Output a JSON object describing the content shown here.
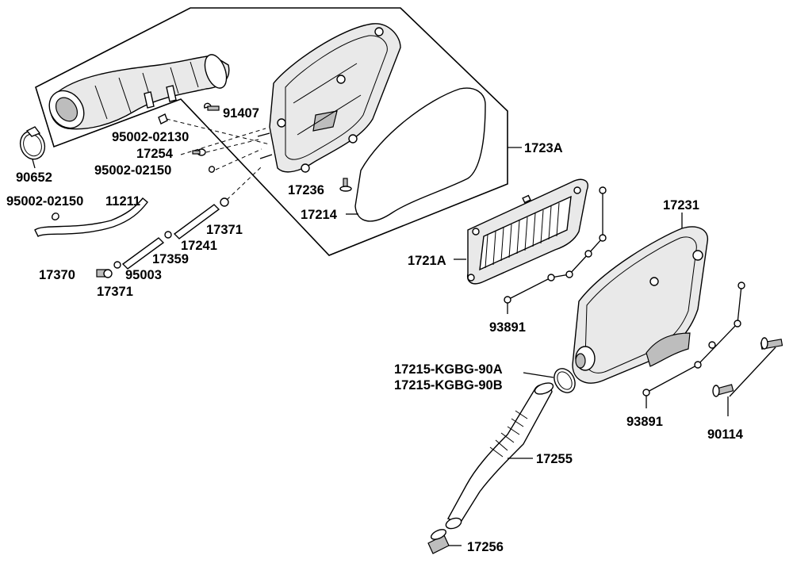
{
  "diagram": {
    "colors": {
      "line": "#000000",
      "part_fill": "#e9e9e9",
      "shade": "#bdbdbd",
      "background": "#ffffff"
    },
    "labels": {
      "p91407": "91407",
      "p95002_02130": "95002-02130",
      "p17254": "17254",
      "p95002_02150a": "95002-02150",
      "p90652": "90652",
      "p95002_02150b": "95002-02150",
      "p11211": "11211",
      "p17371a": "17371",
      "p17241": "17241",
      "p17359": "17359",
      "p17370": "17370",
      "p95003": "95003",
      "p17371b": "17371",
      "p17236": "17236",
      "p17214": "17214",
      "p1723A": "1723A",
      "p1721A": "1721A",
      "p17231": "17231",
      "p93891a": "93891",
      "p17215a": "17215-KGBG-90A",
      "p17215b": "17215-KGBG-90B",
      "p93891b": "93891",
      "p90114": "90114",
      "p17255": "17255",
      "p17256": "17256"
    }
  }
}
